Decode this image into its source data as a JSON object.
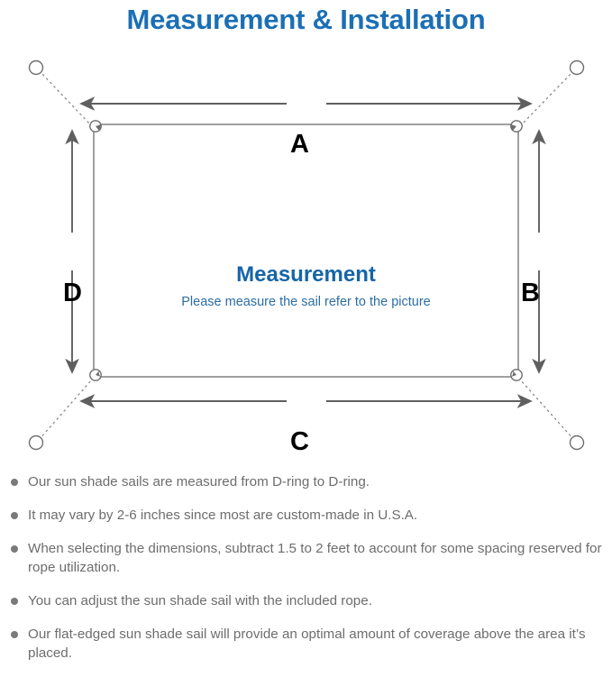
{
  "page": {
    "title": "Measurement & Installation",
    "title_color": "#1b6fb5",
    "background_color": "#ffffff"
  },
  "diagram": {
    "name": "sun-shade-sail-measurement-diagram",
    "sail": {
      "heading": "Measurement",
      "heading_color": "#1565a8",
      "subtext": "Please measure the sail refer to the picture",
      "subtext_color": "#2b6ea3",
      "edge_color": "#808080"
    },
    "dimension_labels": [
      {
        "id": "a",
        "text": "A",
        "edge": "top"
      },
      {
        "id": "b",
        "text": "B",
        "edge": "right"
      },
      {
        "id": "c",
        "text": "C",
        "edge": "bottom"
      },
      {
        "id": "d",
        "text": "D",
        "edge": "left"
      }
    ],
    "arrow_color": "#5f5f5f",
    "rope_color": "#8a8a8a",
    "anchor_count": 4,
    "d_ring_count": 4
  },
  "notes": {
    "items": [
      "Our sun shade sails are measured from D-ring to D-ring.",
      "It may vary by 2-6 inches since most are custom-made in U.S.A.",
      "When selecting the dimensions, subtract 1.5 to 2 feet to account for some spacing reserved for rope utilization.",
      "You can adjust the sun shade sail with the included rope.",
      "Our flat-edged sun shade sail will provide an optimal amount of coverage above the area it’s placed.",
      "bullet_color_ref"
    ],
    "bullet_color": "#7a7a7a",
    "text_color": "#6d6d6d"
  }
}
